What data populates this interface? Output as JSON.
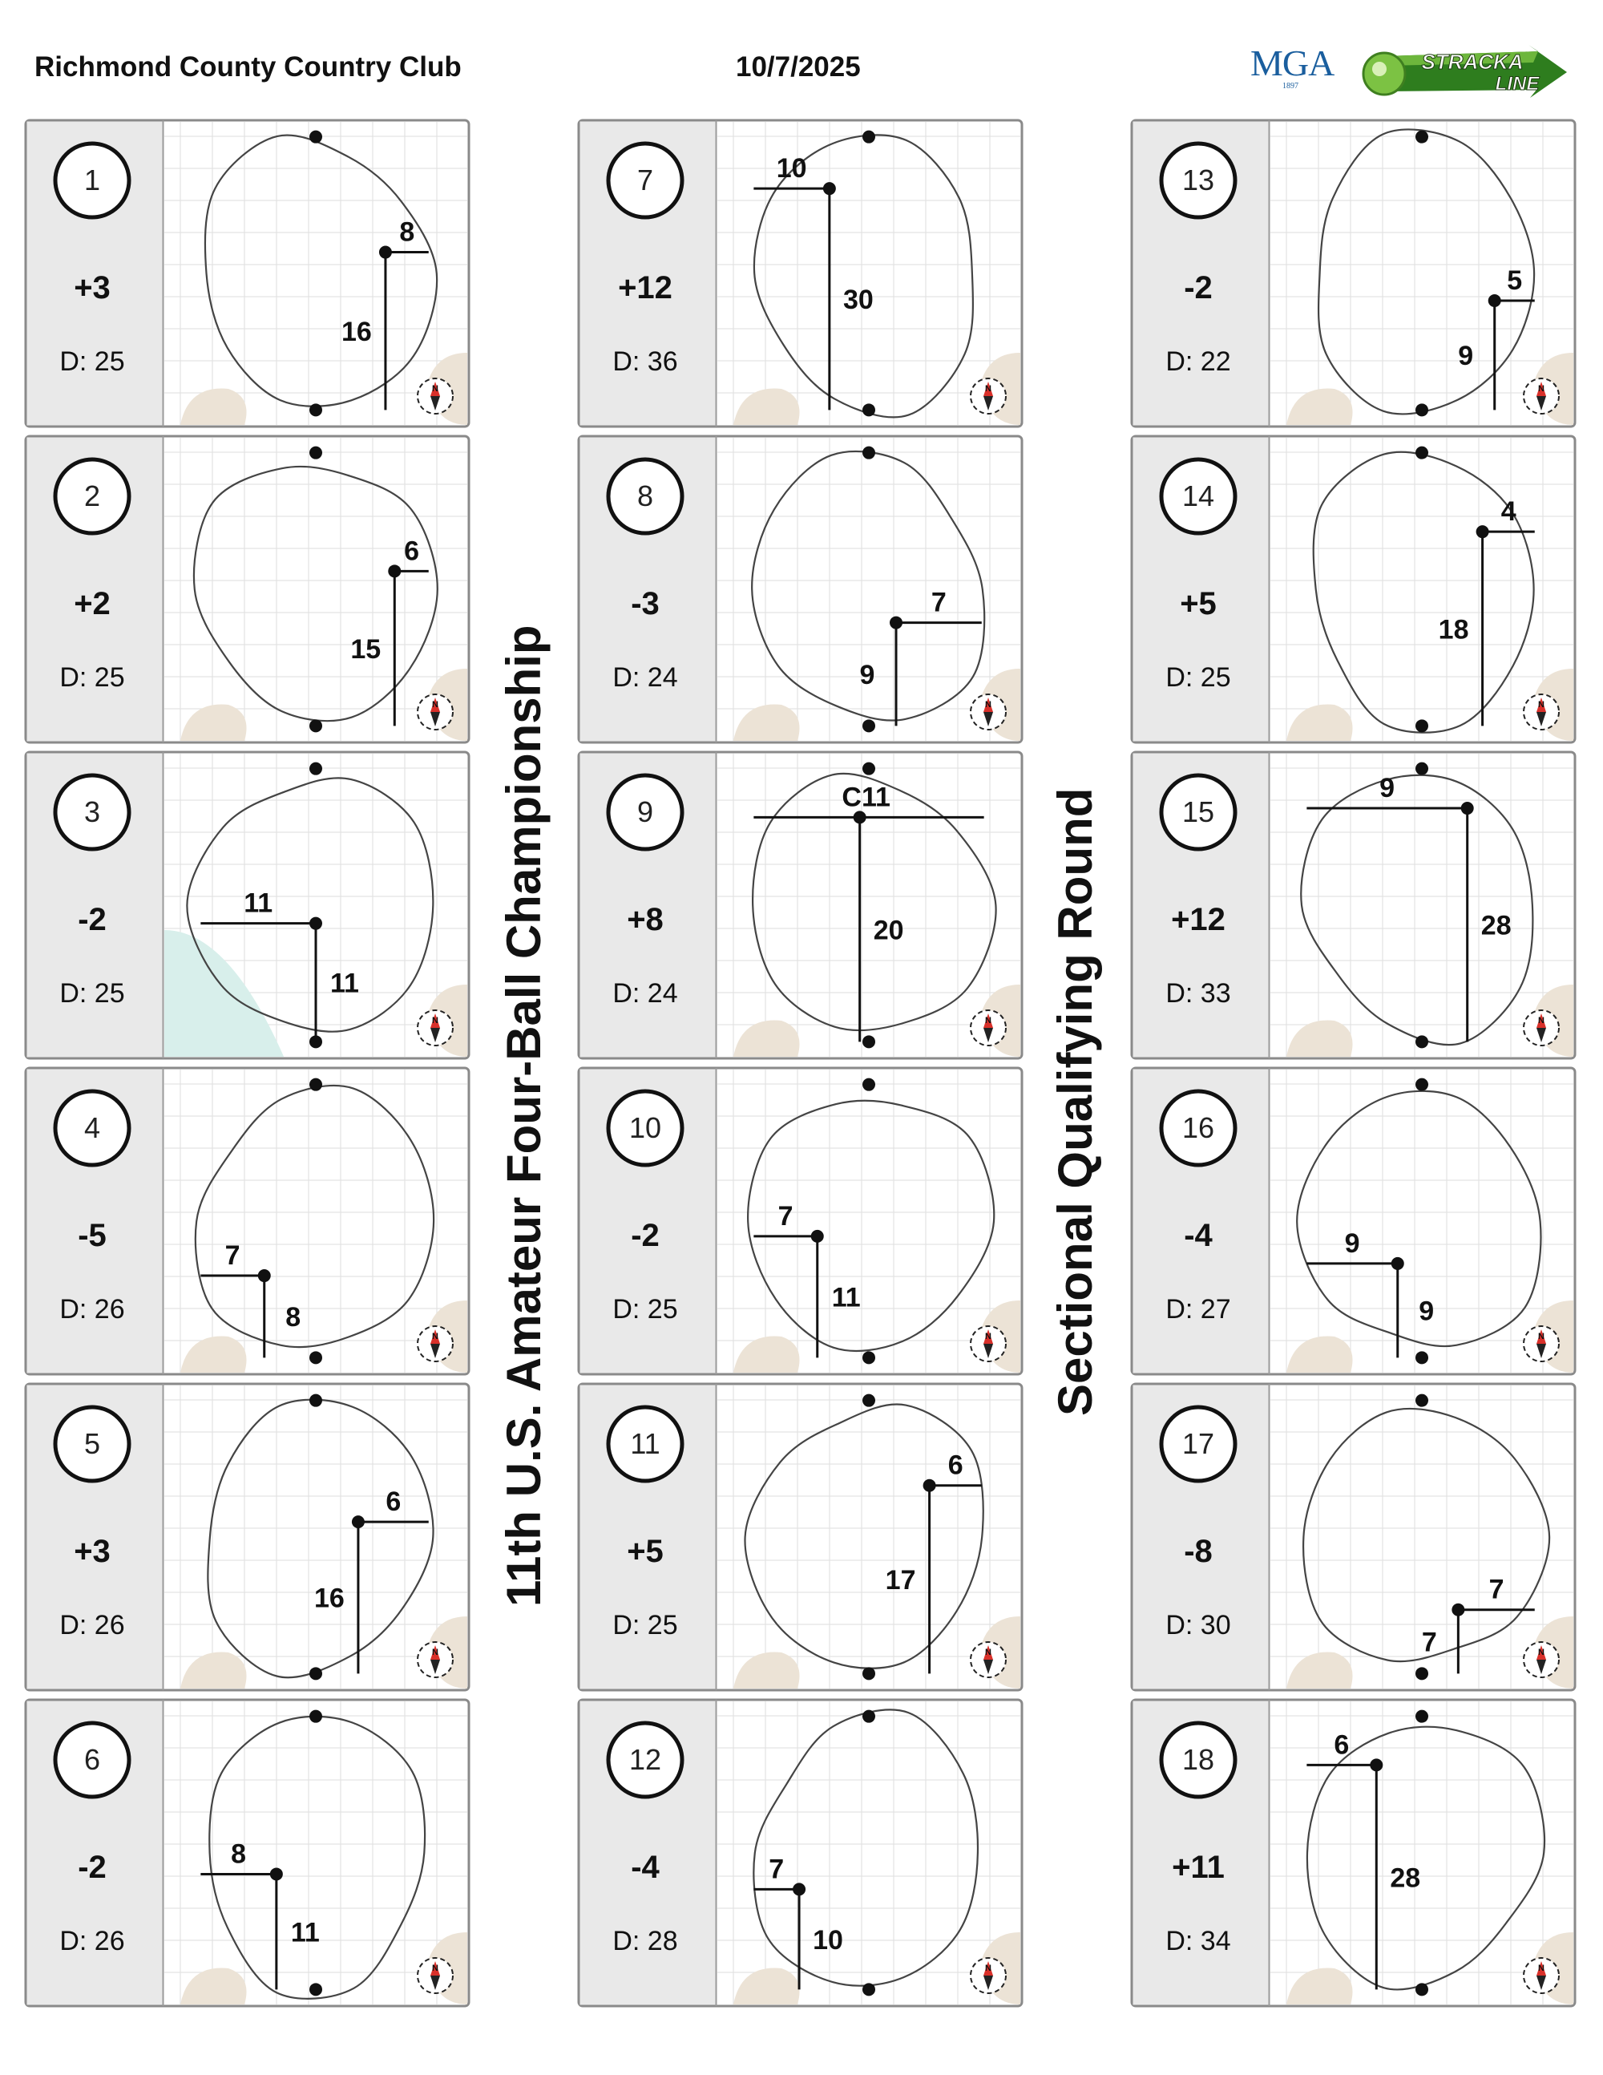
{
  "header": {
    "club": "Richmond County Country Club",
    "date": "10/7/2025",
    "logo_mga": "MGA",
    "logo_mga_sub": "1897",
    "logo_stracka_1": "STRACKA",
    "logo_stracka_2": "LINE"
  },
  "titles": {
    "left": "11th U.S. Amateur Four-Ball Championship",
    "right": "Sectional Qualifying Round"
  },
  "holes": [
    {
      "hole": "1",
      "slope": "+3",
      "depth": "D: 25",
      "horiz": "8",
      "vert": "16",
      "side": "right",
      "pin_x": 0.73,
      "pin_y": 0.43
    },
    {
      "hole": "2",
      "slope": "+2",
      "depth": "D: 25",
      "horiz": "6",
      "vert": "15",
      "side": "right",
      "pin_x": 0.76,
      "pin_y": 0.44
    },
    {
      "hole": "3",
      "slope": "-2",
      "depth": "D: 25",
      "horiz": "11",
      "vert": "11",
      "side": "left",
      "pin_x": 0.5,
      "pin_y": 0.56
    },
    {
      "hole": "4",
      "slope": "-5",
      "depth": "D: 26",
      "horiz": "7",
      "vert": "8",
      "side": "left",
      "pin_x": 0.33,
      "pin_y": 0.68
    },
    {
      "hole": "5",
      "slope": "+3",
      "depth": "D: 26",
      "horiz": "6",
      "vert": "16",
      "side": "right",
      "pin_x": 0.64,
      "pin_y": 0.45
    },
    {
      "hole": "6",
      "slope": "-2",
      "depth": "D: 26",
      "horiz": "8",
      "vert": "11",
      "side": "left",
      "pin_x": 0.37,
      "pin_y": 0.57
    },
    {
      "hole": "7",
      "slope": "+12",
      "depth": "D: 36",
      "horiz": "10",
      "vert": "30",
      "side": "left",
      "pin_x": 0.37,
      "pin_y": 0.22
    },
    {
      "hole": "8",
      "slope": "-3",
      "depth": "D: 24",
      "horiz": "7",
      "vert": "9",
      "side": "right",
      "pin_x": 0.59,
      "pin_y": 0.61
    },
    {
      "hole": "9",
      "slope": "+8",
      "depth": "D: 24",
      "horiz": "C11",
      "vert": "20",
      "side": "center",
      "pin_x": 0.47,
      "pin_y": 0.21
    },
    {
      "hole": "10",
      "slope": "-2",
      "depth": "D: 25",
      "horiz": "7",
      "vert": "11",
      "side": "left",
      "pin_x": 0.33,
      "pin_y": 0.55
    },
    {
      "hole": "11",
      "slope": "+5",
      "depth": "D: 25",
      "horiz": "6",
      "vert": "17",
      "side": "right",
      "pin_x": 0.7,
      "pin_y": 0.33
    },
    {
      "hole": "12",
      "slope": "-4",
      "depth": "D: 28",
      "horiz": "7",
      "vert": "10",
      "side": "left",
      "pin_x": 0.27,
      "pin_y": 0.62
    },
    {
      "hole": "13",
      "slope": "-2",
      "depth": "D: 22",
      "horiz": "5",
      "vert": "9",
      "side": "right",
      "pin_x": 0.74,
      "pin_y": 0.59
    },
    {
      "hole": "14",
      "slope": "+5",
      "depth": "D: 25",
      "horiz": "4",
      "vert": "18",
      "side": "right",
      "pin_x": 0.7,
      "pin_y": 0.31
    },
    {
      "hole": "15",
      "slope": "+12",
      "depth": "D: 33",
      "horiz": "9",
      "vert": "28",
      "side": "left",
      "pin_x": 0.65,
      "pin_y": 0.18
    },
    {
      "hole": "16",
      "slope": "-4",
      "depth": "D: 27",
      "horiz": "9",
      "vert": "9",
      "side": "left",
      "pin_x": 0.42,
      "pin_y": 0.64
    },
    {
      "hole": "17",
      "slope": "-8",
      "depth": "D: 30",
      "horiz": "7",
      "vert": "7",
      "side": "right",
      "pin_x": 0.62,
      "pin_y": 0.74
    },
    {
      "hole": "18",
      "slope": "+11",
      "depth": "D: 34",
      "horiz": "6",
      "vert": "28",
      "side": "left",
      "pin_x": 0.35,
      "pin_y": 0.21
    }
  ]
}
